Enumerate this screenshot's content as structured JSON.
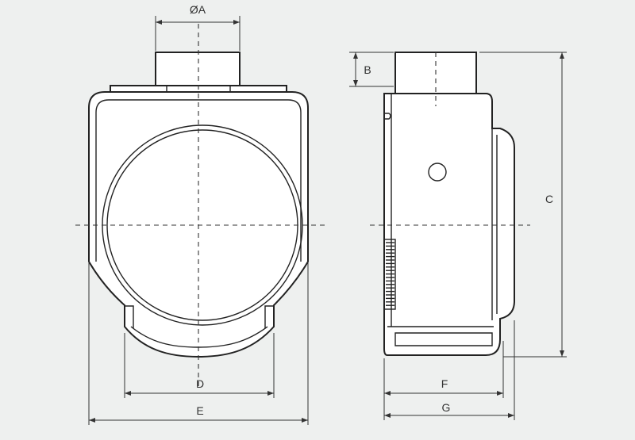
{
  "dimensions": {
    "diameter_a": "ØA",
    "b": "B",
    "c": "C",
    "d": "D",
    "e": "E",
    "f": "F",
    "g": "G"
  },
  "colors": {
    "background": "#eef0ef",
    "line": "#222222"
  }
}
